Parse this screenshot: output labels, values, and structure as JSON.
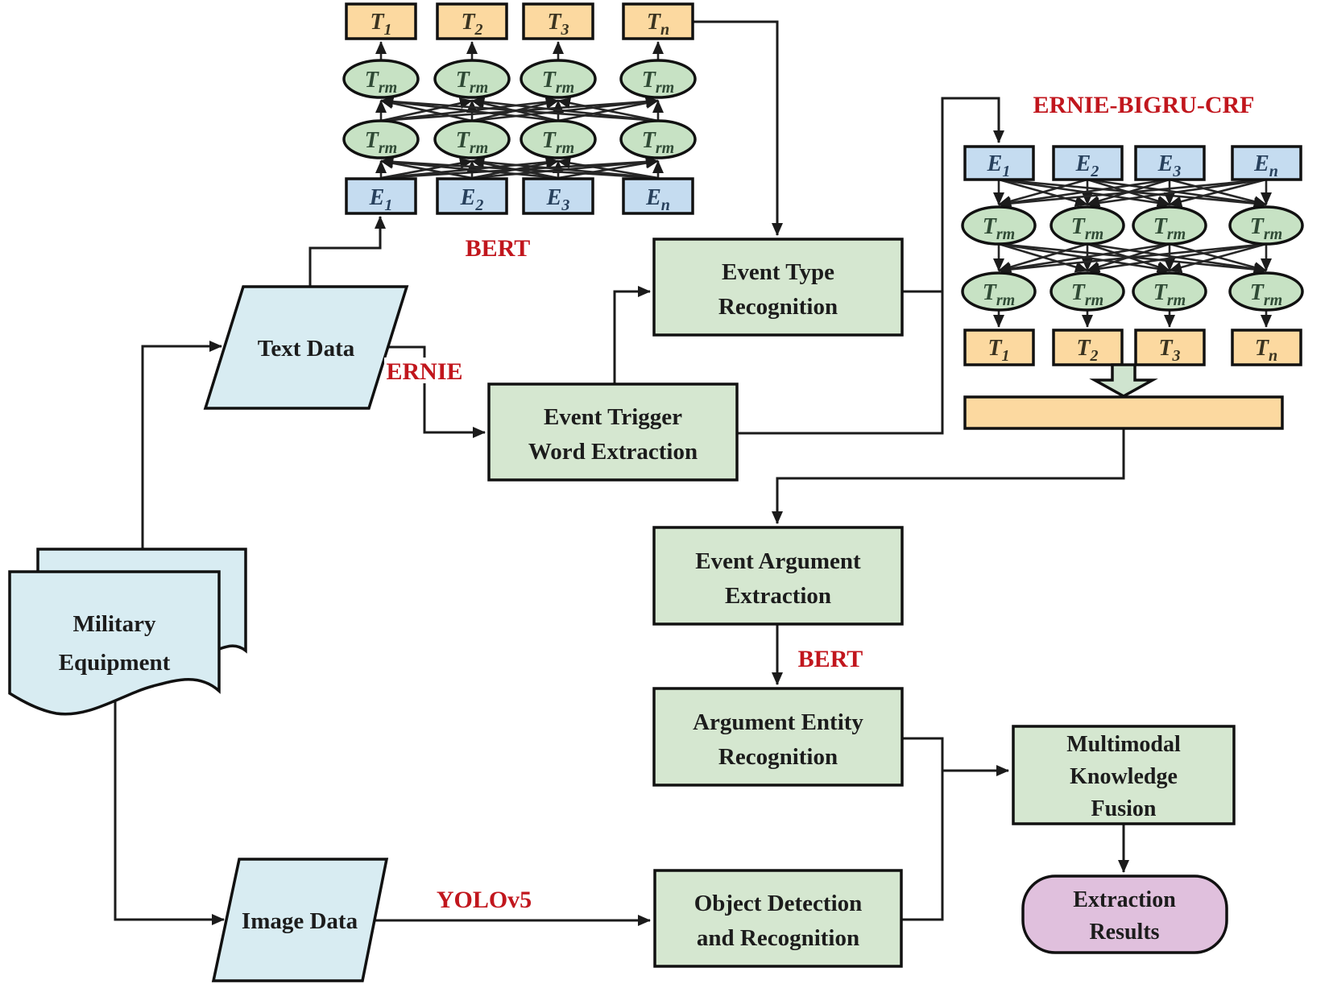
{
  "palette": {
    "green_box": "#d5e7d0",
    "ellipse_green": "#c7e2c4",
    "blue_box": "#c5dcf0",
    "orange_box": "#fcd9a0",
    "data_blue": "#d8ecf2",
    "pink": "#e0c0dd",
    "block_arrow_green": "#cfe4cf",
    "red_label": "#c1161d",
    "line": "#1b1b1b"
  },
  "labels": {
    "military_equipment": [
      "Military",
      "Equipment"
    ],
    "text_data": "Text Data",
    "image_data": "Image Data",
    "event_type_recognition": [
      "Event Type",
      "Recognition"
    ],
    "event_trigger_word_extraction": [
      "Event Trigger",
      "Word Extraction"
    ],
    "event_argument_extraction": [
      "Event Argument",
      "Extraction"
    ],
    "argument_entity_recognition": [
      "Argument Entity",
      "Recognition"
    ],
    "object_detection_and_recognition": [
      "Object Detection",
      "and Recognition"
    ],
    "multimodal_knowledge_fusion": [
      "Multimodal",
      "Knowledge",
      "Fusion"
    ],
    "extraction_results": [
      "Extraction",
      "Results"
    ]
  },
  "annotations": {
    "bert_encoder": "BERT",
    "ernie": "ERNIE",
    "ernie_bigru_crf": "ERNIE-BIGRU-CRF",
    "bert_mid": "BERT",
    "yolov5": "YOLOv5"
  },
  "bert_network": {
    "top_row": [
      {
        "base": "T",
        "sub": "1"
      },
      {
        "base": "T",
        "sub": "2"
      },
      {
        "base": "T",
        "sub": "3"
      },
      {
        "base": "T",
        "sub": "n"
      }
    ],
    "transformer_label": {
      "base": "T",
      "sub": "rm"
    },
    "bottom_row": [
      {
        "base": "E",
        "sub": "1"
      },
      {
        "base": "E",
        "sub": "2"
      },
      {
        "base": "E",
        "sub": "3"
      },
      {
        "base": "E",
        "sub": "n"
      }
    ]
  },
  "ernie_network": {
    "top_row": [
      {
        "base": "E",
        "sub": "1"
      },
      {
        "base": "E",
        "sub": "2"
      },
      {
        "base": "E",
        "sub": "3"
      },
      {
        "base": "E",
        "sub": "n"
      }
    ],
    "transformer_label": {
      "base": "T",
      "sub": "rm"
    },
    "bottom_row": [
      {
        "base": "T",
        "sub": "1"
      },
      {
        "base": "T",
        "sub": "2"
      },
      {
        "base": "T",
        "sub": "3"
      },
      {
        "base": "T",
        "sub": "n"
      }
    ]
  }
}
